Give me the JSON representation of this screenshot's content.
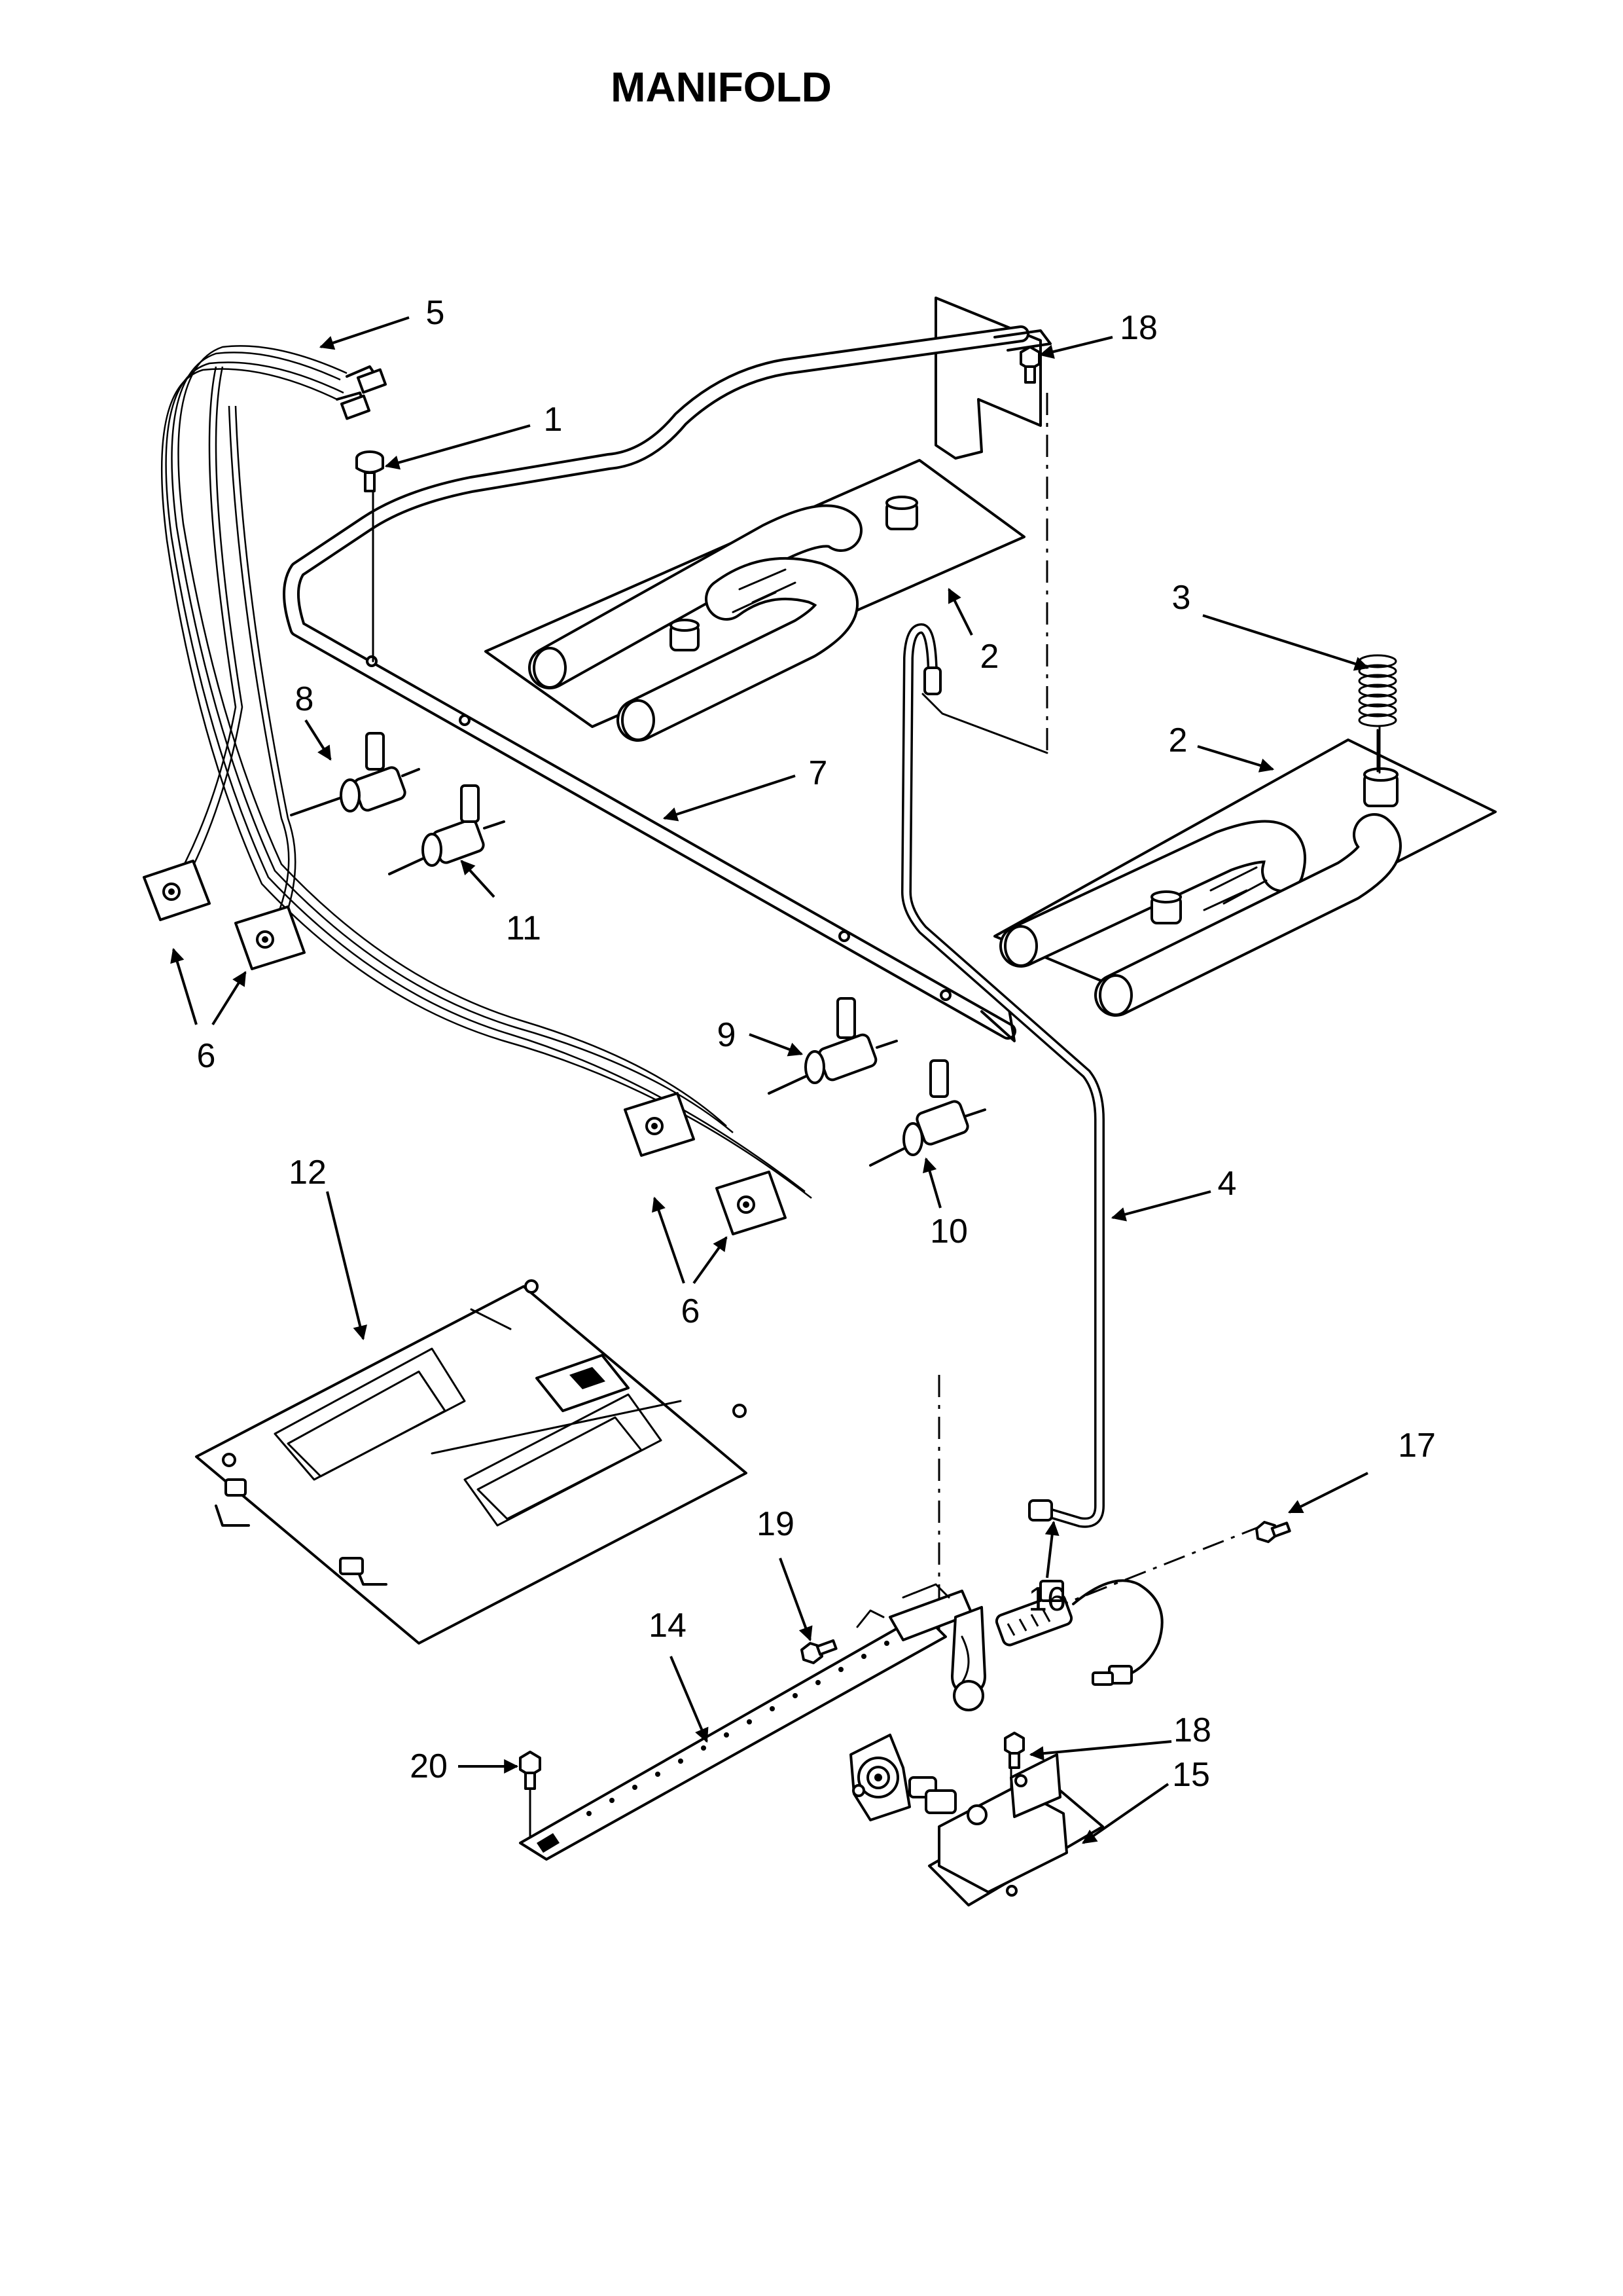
{
  "title": "MANIFOLD",
  "callouts": {
    "c1": "1",
    "c2a": "2",
    "c2b": "2",
    "c3": "3",
    "c4": "4",
    "c5": "5",
    "c6a": "6",
    "c6b": "6",
    "c7": "7",
    "c8": "8",
    "c9": "9",
    "c10": "10",
    "c11": "11",
    "c12": "12",
    "c14": "14",
    "c15": "15",
    "c16": "16",
    "c17": "17",
    "c18a": "18",
    "c18b": "18",
    "c19": "19",
    "c20": "20"
  }
}
